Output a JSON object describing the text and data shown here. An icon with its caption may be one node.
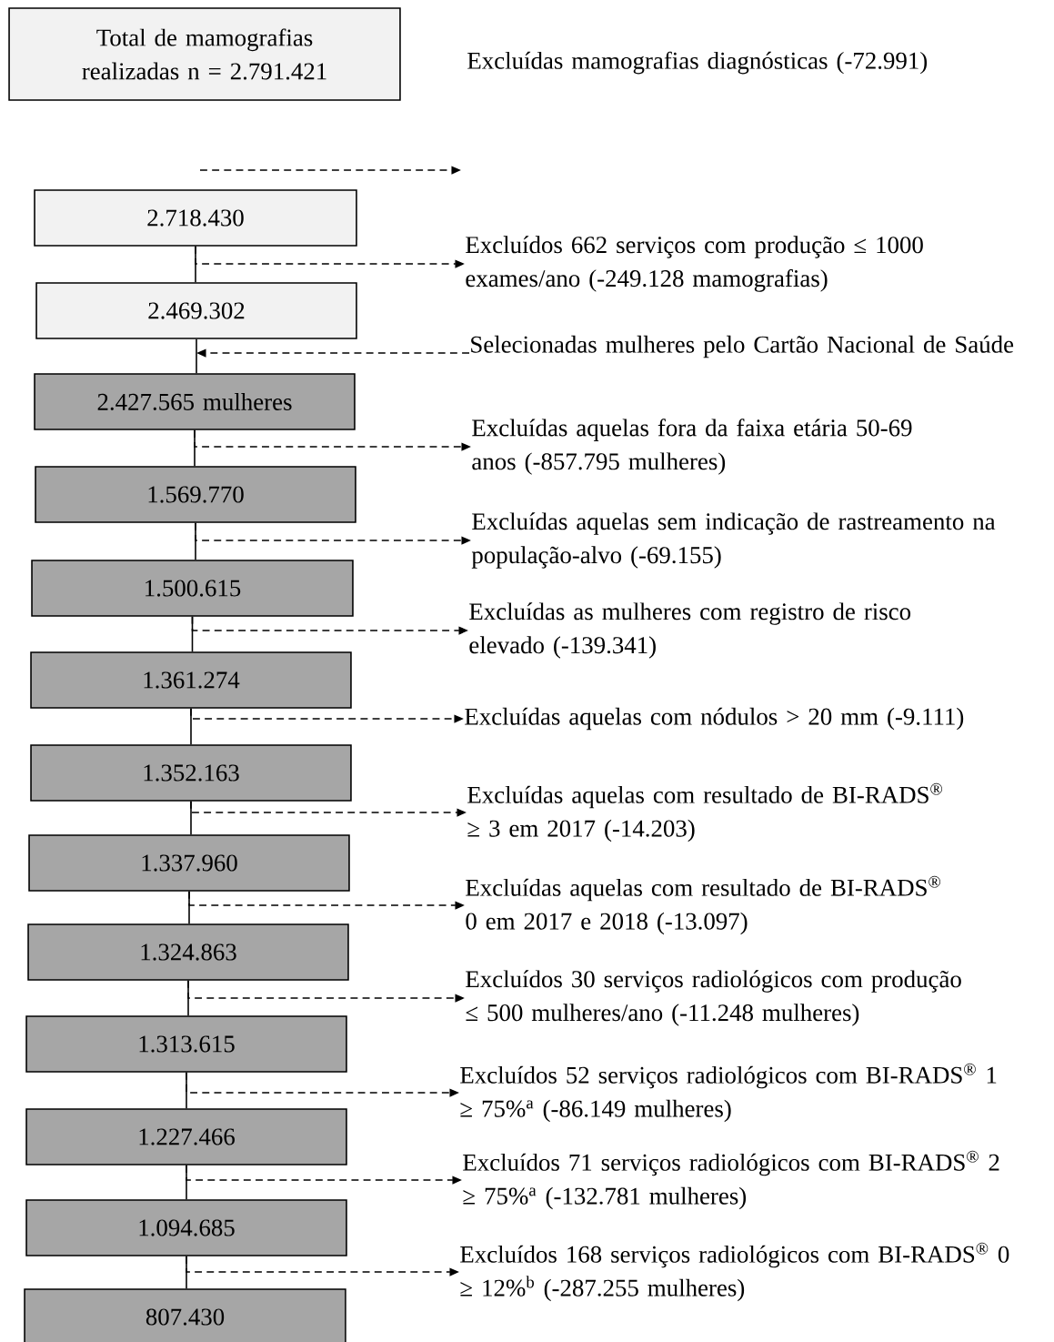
{
  "diagram": {
    "nodes": [
      {
        "text": [
          "Total de mamografias realizadas n = 2.791.421"
        ]
      },
      {
        "text": [
          "Excluídas mamografias diagnósticas (-72.991)"
        ]
      },
      {
        "text": [
          "2.718.430"
        ]
      },
      {
        "text": [
          "Excluídos 662 serviços com produção ≤ 1000 exames/ano (-249.128 mamografias)"
        ]
      },
      {
        "text": [
          "2.469.302"
        ]
      },
      {
        "text": [
          "Selecionadas mulheres pelo Cartão Nacional de Saúde"
        ]
      },
      {
        "text": [
          "2.427.565 mulheres"
        ]
      },
      {
        "text": [
          "Excluídas aquelas fora da faixa etária 50-69 anos (-857.795 mulheres)"
        ]
      },
      {
        "text": [
          "1.569.770"
        ]
      },
      {
        "text": [
          "Excluídas aquelas sem indicação de rastreamento na população-alvo (-69.155)"
        ]
      },
      {
        "text": [
          "1.500.615"
        ]
      },
      {
        "text": [
          "Excluídas as mulheres com registro de risco elevado (-139.341)"
        ]
      },
      {
        "text": [
          "1.361.274"
        ]
      },
      {
        "text": [
          "Excluídas aquelas com nódulos > 20 mm (-9.111)"
        ]
      },
      {
        "text": [
          "1.352.163"
        ]
      },
      {
        "text": [
          "Excluídas aquelas com resultado de BI-RADS$^{®}$ ≥ 3 em 2017 (-14.203)"
        ]
      },
      {
        "text": [
          "1.337.960"
        ]
      },
      {
        "text": [
          "Excluídas aquelas com resultado de BI-RADS$^{®}$ 0 em 2017 e 2018 (-13.097)"
        ]
      },
      {
        "text": [
          "1.324.863"
        ]
      },
      {
        "text": [
          "Excluídos 30 serviços radiológicos com produção ≤ 500 mulheres/ano (-11.248 mulheres)"
        ]
      },
      {
        "text": [
          "1.313.615"
        ]
      },
      {
        "text": [
          "Excluídos 52 serviços radiológicos com BI-RADS$^{®}$ 1 ≥ 75%$^{a}$ (-86.149 mulheres)"
        ]
      },
      {
        "text": [
          "1.227.466"
        ]
      },
      {
        "text": [
          "Excluídos 71 serviços radiológicos com BI-RADS$^{®}$ 2 ≥ 75%$^{a}$ (-132.781 mulheres)"
        ]
      },
      {
        "text": [
          "1.094.685"
        ]
      },
      {
        "text": [
          "Excluídos 168 serviços radiológicos com BI-RADS$^{®}$ 0 ≥ 12%$^{b}$ (-287.255 mulheres)"
        ]
      },
      {
        "text": [
          "807.430"
        ]
      }
    ],
    "edges": [
      {
        "from": 2,
        "to": 4,
        "arrow": "none"
      },
      {
        "from": 2,
        "to": 3,
        "arrow": "to",
        "style": "dashed"
      },
      {
        "from": 5,
        "to": 4,
        "arrow": "to",
        "style": "dashed"
      },
      {
        "from": 4,
        "to": 6,
        "arrow": "none"
      },
      {
        "from": 6,
        "to": 8,
        "arrow": "none"
      },
      {
        "from": 6,
        "to": 7,
        "arrow": "to",
        "style": "dashed"
      },
      {
        "from": 8,
        "to": 10,
        "arrow": "none"
      },
      {
        "from": 8,
        "to": 9,
        "arrow": "to",
        "style": "dashed"
      },
      {
        "from": 10,
        "to": 12,
        "arrow": "none"
      },
      {
        "from": 10,
        "to": 11,
        "arrow": "to",
        "style": "dashed"
      },
      {
        "from": 12,
        "to": 14,
        "arrow": "none"
      },
      {
        "from": 12,
        "to": 13,
        "arrow": "to",
        "style": "dashed"
      },
      {
        "from": 14,
        "to": 16,
        "arrow": "none"
      },
      {
        "from": 14,
        "to": 15,
        "arrow": "to",
        "style": "dashed"
      },
      {
        "from": 16,
        "to": 18,
        "arrow": "none"
      },
      {
        "from": 16,
        "to": 17,
        "arrow": "to",
        "style": "dashed"
      },
      {
        "from": 18,
        "to": 20,
        "arrow": "none"
      },
      {
        "from": 18,
        "to": 19,
        "arrow": "to",
        "style": "dashed"
      },
      {
        "from": 20,
        "to": 22,
        "arrow": "none"
      },
      {
        "from": 20,
        "to": 21,
        "arrow": "to",
        "style": "dashed"
      },
      {
        "from": 22,
        "to": 24,
        "arrow": "none"
      },
      {
        "from": 22,
        "to": 23,
        "arrow": "to",
        "style": "dashed"
      },
      {
        "from": 24,
        "to": 26,
        "arrow": "none"
      },
      {
        "from": 24,
        "to": 25,
        "arrow": "to",
        "style": "dashed"
      }
    ]
  }
}
